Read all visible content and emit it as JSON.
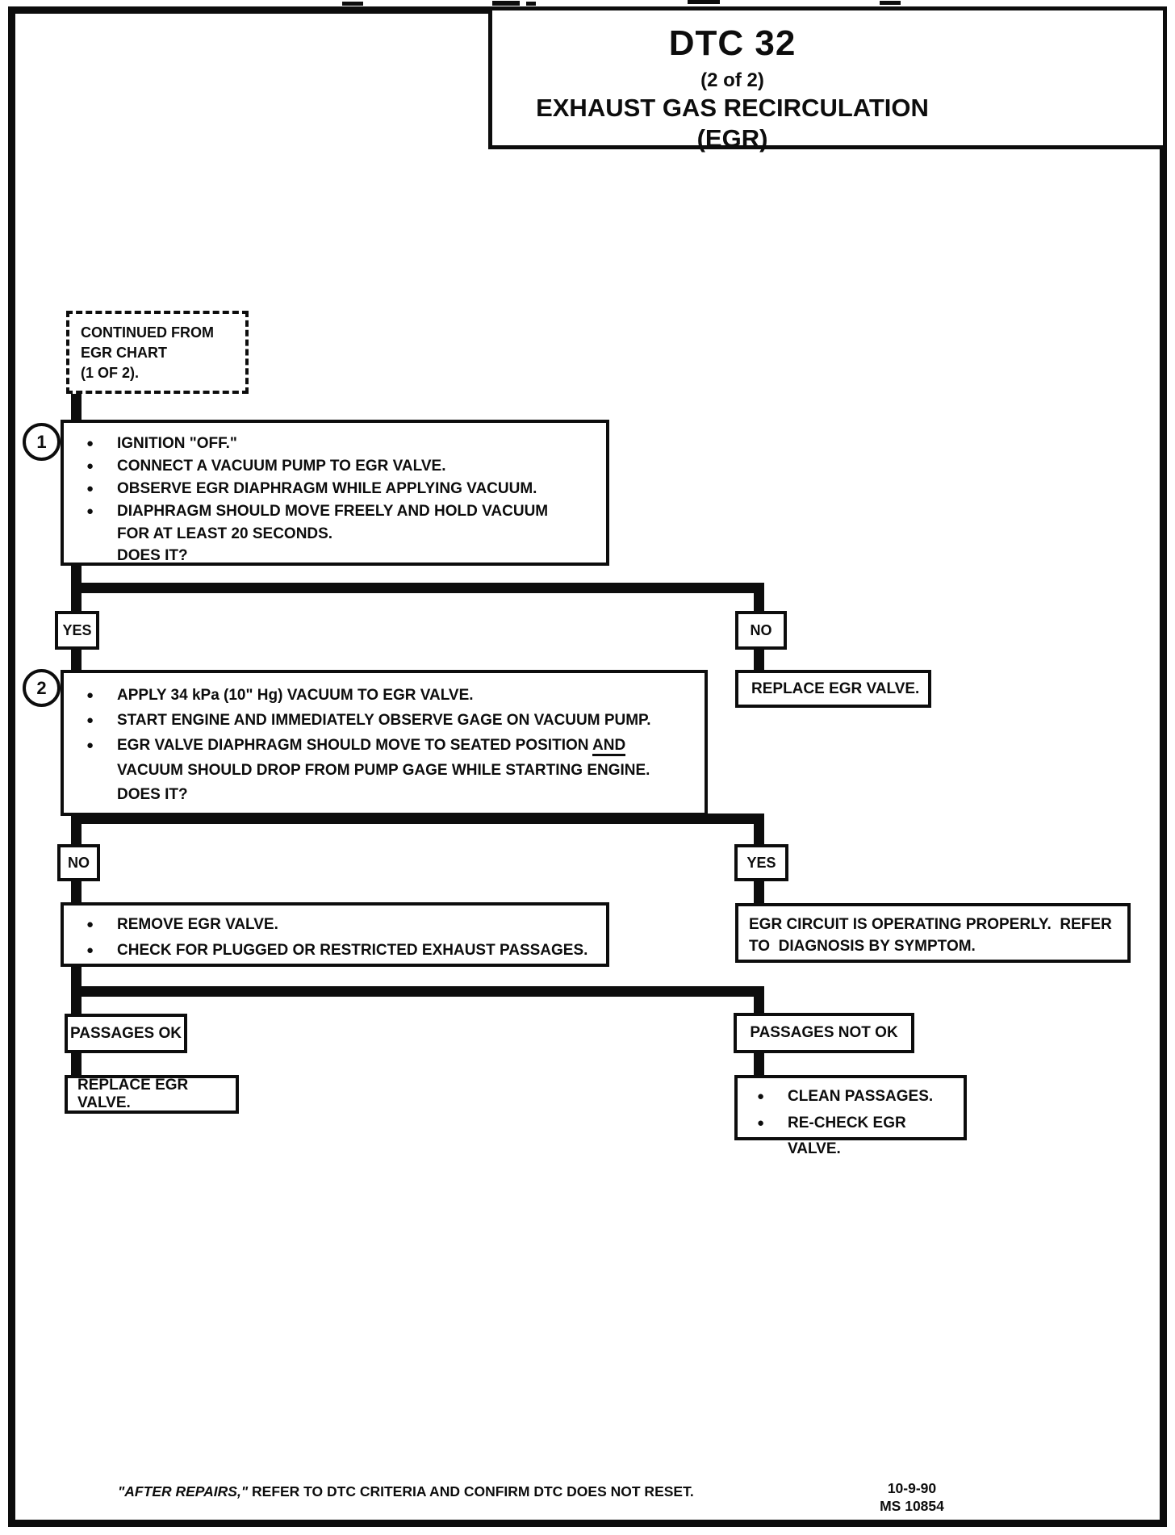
{
  "colors": {
    "ink": "#0d0d0d",
    "paper": "#ffffff"
  },
  "header": {
    "dtc": "DTC 32",
    "page": "(2 of 2)",
    "system": "EXHAUST GAS RECIRCULATION (EGR)"
  },
  "start": {
    "line1": "CONTINUED FROM",
    "line2": "EGR CHART",
    "line3": "(1 OF 2)."
  },
  "step1": {
    "number": "1",
    "lines": [
      "IGNITION \"OFF.\"",
      "CONNECT A VACUUM PUMP TO EGR VALVE.",
      "OBSERVE EGR DIAPHRAGM WHILE APPLYING VACUUM.",
      "DIAPHRAGM SHOULD MOVE FREELY AND HOLD VACUUM",
      "FOR AT LEAST 20 SECONDS.",
      "DOES IT?"
    ]
  },
  "branch1": {
    "yes": "YES",
    "no": "NO",
    "no_action": "REPLACE EGR VALVE."
  },
  "step2": {
    "number": "2",
    "lines": [
      "APPLY 34 kPa (10\" Hg) VACUUM TO EGR VALVE.",
      "START ENGINE AND IMMEDIATELY OBSERVE GAGE ON VACUUM PUMP."
    ],
    "line3_pre": "EGR VALVE DIAPHRAGM SHOULD MOVE TO SEATED POSITION ",
    "line3_underlined": "AND",
    "line4": "VACUUM SHOULD DROP FROM PUMP GAGE WHILE STARTING ENGINE.",
    "line5": "DOES IT?"
  },
  "branch2": {
    "no": "NO",
    "yes": "YES",
    "no_action_lines": [
      "REMOVE EGR VALVE.",
      "CHECK FOR PLUGGED OR RESTRICTED EXHAUST PASSAGES."
    ],
    "yes_action_line1": "EGR CIRCUIT IS OPERATING PROPERLY.  REFER",
    "yes_action_line2": "TO  DIAGNOSIS BY SYMPTOM."
  },
  "branch3": {
    "ok": "PASSAGES OK",
    "not_ok": "PASSAGES NOT OK",
    "ok_action": "REPLACE EGR VALVE.",
    "not_ok_action_lines": [
      "CLEAN PASSAGES.",
      "RE-CHECK EGR VALVE."
    ]
  },
  "footer": {
    "note_italic": "\"AFTER REPAIRS,\"",
    "note_rest": " REFER TO DTC CRITERIA AND CONFIRM DTC DOES NOT RESET.",
    "date": "10-9-90",
    "doc": "MS 10854"
  }
}
